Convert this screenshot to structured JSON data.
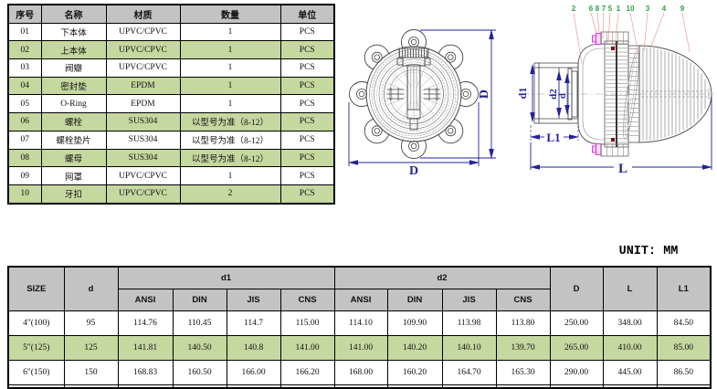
{
  "bom": {
    "headers": [
      "序号",
      "名称",
      "材质",
      "数量",
      "单位"
    ],
    "rows": [
      [
        "01",
        "下本体",
        "UPVC/CPVC",
        "1",
        "PCS"
      ],
      [
        "02",
        "上本体",
        "UPVC/CPVC",
        "1",
        "PCS"
      ],
      [
        "03",
        "阀瓣",
        "UPVC/CPVC",
        "1",
        "PCS"
      ],
      [
        "04",
        "密封垫",
        "EPDM",
        "1",
        "PCS"
      ],
      [
        "05",
        "O-Ring",
        "EPDM",
        "1",
        "PCS"
      ],
      [
        "06",
        "螺栓",
        "SUS304",
        "以型号为准（8-12）",
        "PCS"
      ],
      [
        "07",
        "螺栓垫片",
        "SUS304",
        "以型号为准（8-12）",
        "PCS"
      ],
      [
        "08",
        "螺母",
        "SUS304",
        "以型号为准（8-12）",
        "PCS"
      ],
      [
        "09",
        "网罩",
        "UPVC/CPVC",
        "1",
        "PCS"
      ],
      [
        "10",
        "牙扣",
        "UPVC/CPVC",
        "2",
        "PCS"
      ]
    ]
  },
  "unit_label": "UNIT: MM",
  "spec": {
    "col_size": "SIZE",
    "col_d": "d",
    "col_d1": "d1",
    "col_d2": "d2",
    "col_D": "D",
    "col_L": "L",
    "col_L1": "L1",
    "standards_d1": [
      "ANSI",
      "DIN",
      "JIS",
      "CNS"
    ],
    "standards_d2": [
      "ANSI",
      "DIN",
      "JIS",
      "CNS"
    ],
    "rows": [
      [
        "4″(100)",
        "95",
        "114.76",
        "110.45",
        "114.7",
        "115.00",
        "114.10",
        "109.90",
        "113.98",
        "113.80",
        "250.00",
        "348.00",
        "84.50"
      ],
      [
        "5″(125)",
        "125",
        "141.81",
        "140.50",
        "140.8",
        "141.00",
        "141.00",
        "140.20",
        "140.10",
        "139.70",
        "265.00",
        "410.00",
        "85.00"
      ],
      [
        "6″(150)",
        "150",
        "168.83",
        "160.50",
        "166.00",
        "166.20",
        "168.00",
        "160.20",
        "164.70",
        "165.30",
        "290.00",
        "445.00",
        "86.50"
      ]
    ]
  },
  "drawing": {
    "front": {
      "dim_vertical": "D",
      "dim_horizontal": "D"
    },
    "side": {
      "dim_d1": "d1",
      "dim_d2": "d2",
      "dim_d": "d",
      "dim_l1": "L1",
      "dim_l": "L",
      "callouts": [
        "2",
        "6",
        "8",
        "7",
        "5",
        "1",
        "10",
        "3",
        "4",
        "9"
      ]
    },
    "colors": {
      "row_green": "#c5d89f",
      "header_gray": "#c3c3c3",
      "dimension_blue": "#22229a",
      "callout_green": "#2ca244",
      "leader_red": "#e98a8a",
      "bolt_magenta": "#dd22dd"
    }
  }
}
